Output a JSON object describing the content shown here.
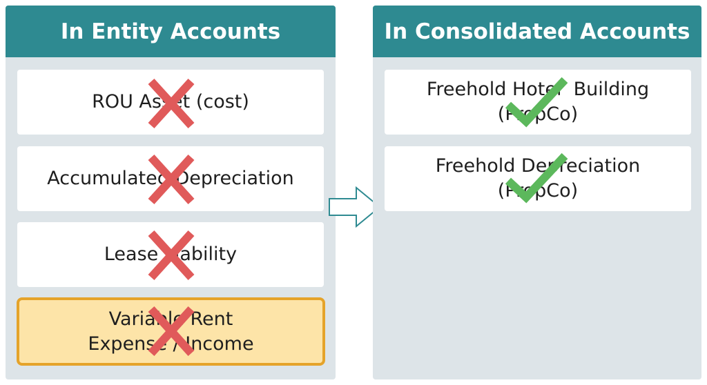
{
  "left_panel": {
    "title": "In Entity Accounts",
    "items": [
      {
        "lines": [
          "ROU Asset (cost)"
        ],
        "status": "cross",
        "highlight": false
      },
      {
        "lines": [
          "Accumulated Depreciation"
        ],
        "status": "cross",
        "highlight": false
      },
      {
        "lines": [
          "Lease Liability"
        ],
        "status": "cross",
        "highlight": false
      },
      {
        "lines": [
          "Variable Rent",
          "Expense / Income"
        ],
        "status": "cross",
        "highlight": true
      }
    ]
  },
  "right_panel": {
    "title": "In Consolidated Accounts",
    "items": [
      {
        "lines": [
          "Freehold Hotel  Building",
          "(PropCo)"
        ],
        "status": "check"
      },
      {
        "lines": [
          "Freehold Depreciation",
          "(PropCo)"
        ],
        "status": "check"
      }
    ]
  },
  "colors": {
    "header_bg": "#2e8a91",
    "panel_bg": "#dde4e8",
    "cross": "#e05a5a",
    "check": "#5cb85c",
    "highlight_fill": "#fde4a8",
    "highlight_border": "#e5a32a"
  },
  "icons": {
    "cross": "cross-icon",
    "check": "check-icon",
    "arrow": "right-arrow-icon"
  }
}
